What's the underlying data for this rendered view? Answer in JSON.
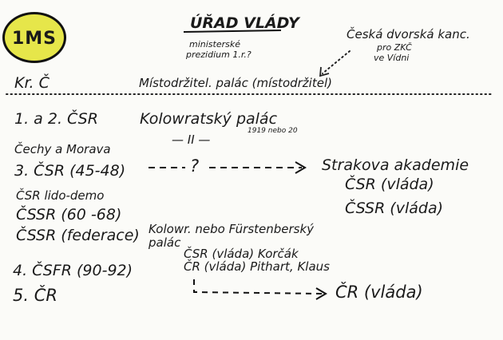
{
  "logo": "1MS",
  "header": {
    "title": "ÚŘAD VLÁDY",
    "subtitle_line1": "ministerské",
    "subtitle_line2": "prezidium 1.r.?"
  },
  "note": {
    "line1": "Česká dvorská kanc.",
    "line2": "pro ZKČ",
    "line3": "ve Vídni"
  },
  "rows": {
    "kr_c": "Kr. Č",
    "mistodrzitel": "Místodržitel. palác (místodržitel)",
    "csr12": "1. a 2. ČSR",
    "kolowrat": "Kolowratský palác",
    "kolowrat_year": "1919 nebo 20",
    "ditto": "— II —",
    "cechy": "Čechy a Morava",
    "csr3": "3. ČSR (45-48)",
    "question": "?",
    "strakova": "Strakova akademie",
    "csr_vlada": "ČSR (vláda)",
    "cssr_vlada": "ČSSR (vláda)",
    "csr_lido": "ČSR lido-demo",
    "cssr6068": "ČSSR (60 -68)",
    "cssr_fed": "ČSSR (federace)",
    "kolowr_furst_1": "Kolowr. nebo Fürstenberský",
    "kolowr_furst_2": "palác",
    "csr_korcak": "ČSR (vláda) Korčák",
    "cr_pithart": "ČR (vláda) Pithart, Klaus",
    "csfr": "4. ČSFR (90-92)",
    "cr5": "5. ČR",
    "cr_vlada": "ČR (vláda)"
  }
}
